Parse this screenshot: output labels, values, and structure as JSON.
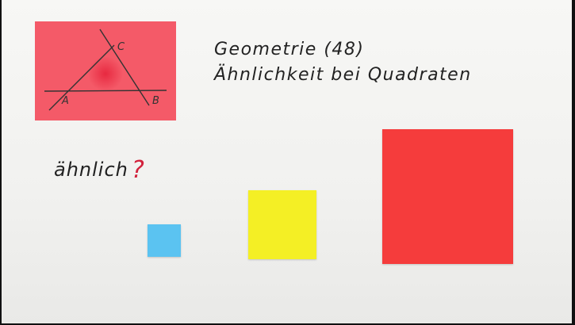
{
  "heading": {
    "line1": "Geometrie (48)",
    "line2": "Ähnlichkeit bei Quadraten"
  },
  "title_card": {
    "color": "#f45a68",
    "vertex_labels": [
      "A",
      "B",
      "C"
    ]
  },
  "question": {
    "word": "ähnlich",
    "mark": "?"
  },
  "squares": [
    {
      "name": "small",
      "color": "#5bc3f1"
    },
    {
      "name": "medium",
      "color": "#f4ef25"
    },
    {
      "name": "large",
      "color": "#f53c3c"
    }
  ]
}
